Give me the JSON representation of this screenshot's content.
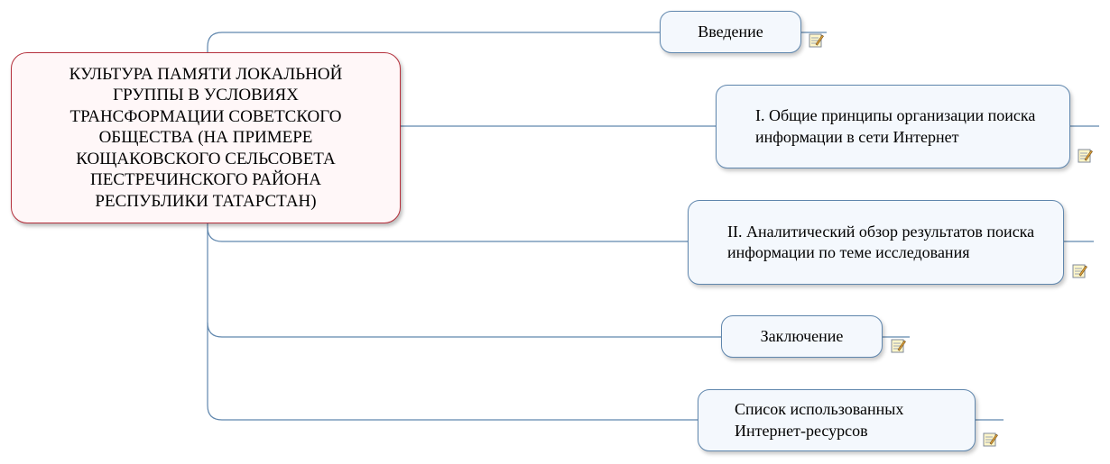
{
  "central_topic": {
    "label": "КУЛЬТУРА ПАМЯТИ ЛОКАЛЬНОЙ ГРУППЫ В УСЛОВИЯХ ТРАНСФОРМАЦИИ СОВЕТСКОГО ОБЩЕСТВА (НА ПРИМЕРЕ КОЩАКОВСКОГО СЕЛЬСОВЕТА ПЕСТРЕЧИНСКОГО РАЙОНА РЕСПУБЛИКИ ТАТАРСТАН)"
  },
  "topics": [
    {
      "label": "Введение",
      "icon": "note-icon"
    },
    {
      "label": "I. Общие принципы организации поиска информации в сети Интернет",
      "icon": "note-icon"
    },
    {
      "label": "II. Аналитический обзор результатов поиска информации по теме исследования",
      "icon": "note-icon"
    },
    {
      "label": "Заключение",
      "icon": "note-icon"
    },
    {
      "label": "Список использованных Интернет-ресурсов",
      "icon": "note-icon"
    }
  ],
  "colors": {
    "connector": "#5f86ad",
    "central_border": "#b5303c",
    "topic_border": "#5f86ad"
  }
}
